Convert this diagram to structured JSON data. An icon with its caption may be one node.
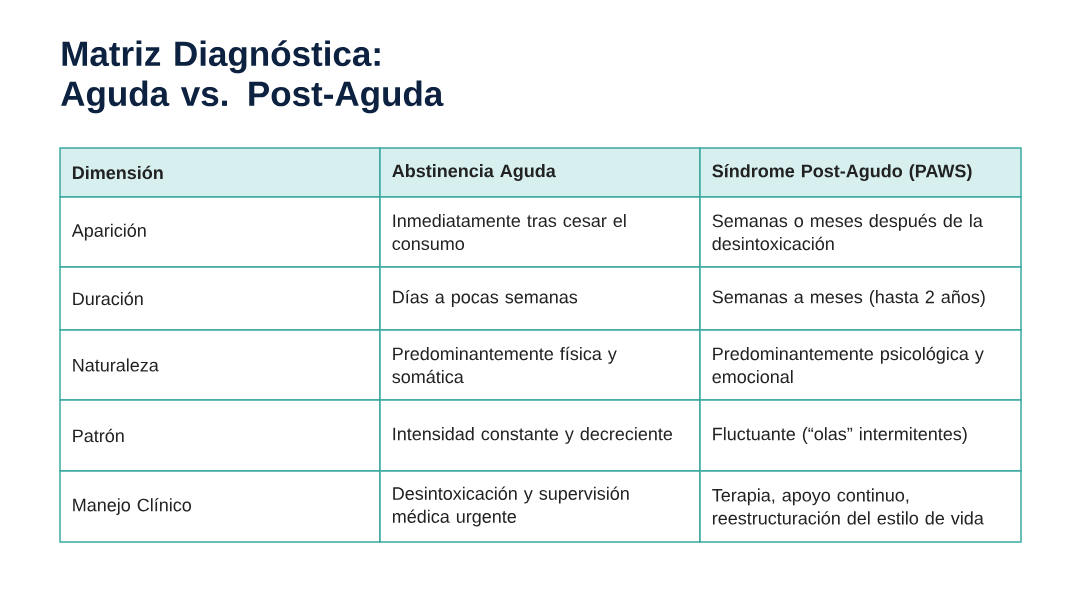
{
  "diagram": {
    "title": "Matriz Diagnóstica: Aguda vs. Post-Aguda",
    "labels": [
      "Dimensión",
      "Abstinencia Aguda",
      "Síndrome Post-Agudo (PAWS)",
      "Aparición",
      "Inmediatamente tras cesar el consumo",
      "Semanas o meses después de la desintoxicación",
      "Duración",
      "Días a pocas semanas",
      "Semanas a meses (hasta 2 años)",
      "Naturaleza",
      "Predominantemente física y somática",
      "Predominantemente psicológica y emocional",
      "Patrón",
      "Intensidad constante y decreciente",
      "Fluctuante (“olas” intermitentes)",
      "Manejo Clínico",
      "Desintoxicación y supervisión médica urgente",
      "Terapia, apoyo continuo, reestructuración del estilo de vida"
    ]
  }
}
